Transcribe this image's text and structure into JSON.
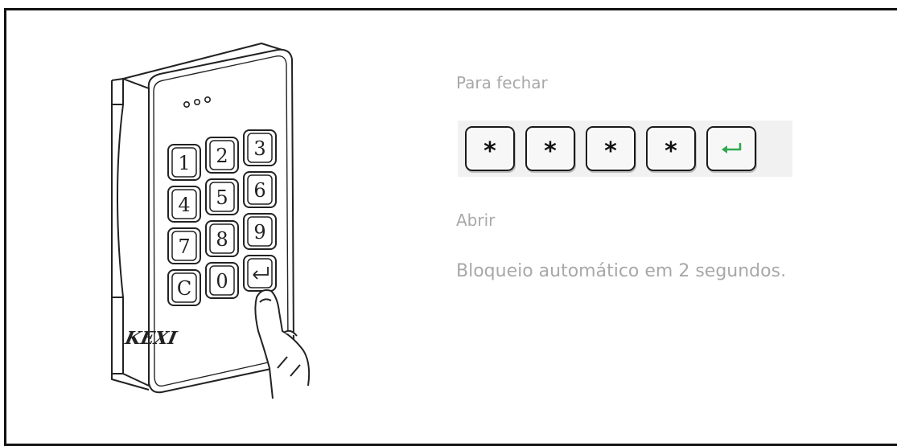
{
  "instructions": {
    "close_label": "Para fechar",
    "open_label": "Abrir",
    "auto_lock_text": "Bloqueio automático em 2 segundos."
  },
  "sequence": {
    "keys": [
      "*",
      "*",
      "*",
      "*"
    ],
    "enter_icon": "enter-arrow-icon",
    "enter_color": "#2fa84f"
  },
  "keypad": {
    "brand": "KEXI",
    "keys": [
      "1",
      "2",
      "3",
      "4",
      "5",
      "6",
      "7",
      "8",
      "9",
      "C",
      "0"
    ],
    "enter_icon": "enter-arrow-icon",
    "finger_icon": "pointing-finger-icon"
  },
  "colors": {
    "label_text": "#a8a8a8",
    "border": "#111111",
    "row_background": "#f1f1f1"
  }
}
